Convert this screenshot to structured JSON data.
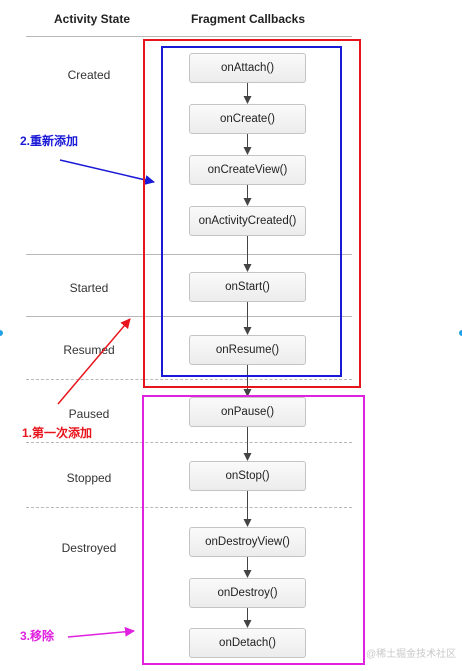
{
  "headers": {
    "state": "Activity State",
    "callbacks": "Fragment Callbacks"
  },
  "states": [
    "Created",
    "Started",
    "Resumed",
    "Paused",
    "Stopped",
    "Destroyed"
  ],
  "callbacks": [
    "onAttach()",
    "onCreate()",
    "onCreateView()",
    "onActivityCreated()",
    "onStart()",
    "onResume()",
    "onPause()",
    "onStop()",
    "onDestroyView()",
    "onDestroy()",
    "onDetach()"
  ],
  "annotations": {
    "readd": "2.重新添加",
    "first_add": "1.第一次添加",
    "remove": "3.移除"
  },
  "colors": {
    "first_add": "#e8141b",
    "readd": "#1a1ad6",
    "remove": "#e021e0",
    "arrow": "#444444"
  },
  "watermark": "@稀土掘金技术社区"
}
